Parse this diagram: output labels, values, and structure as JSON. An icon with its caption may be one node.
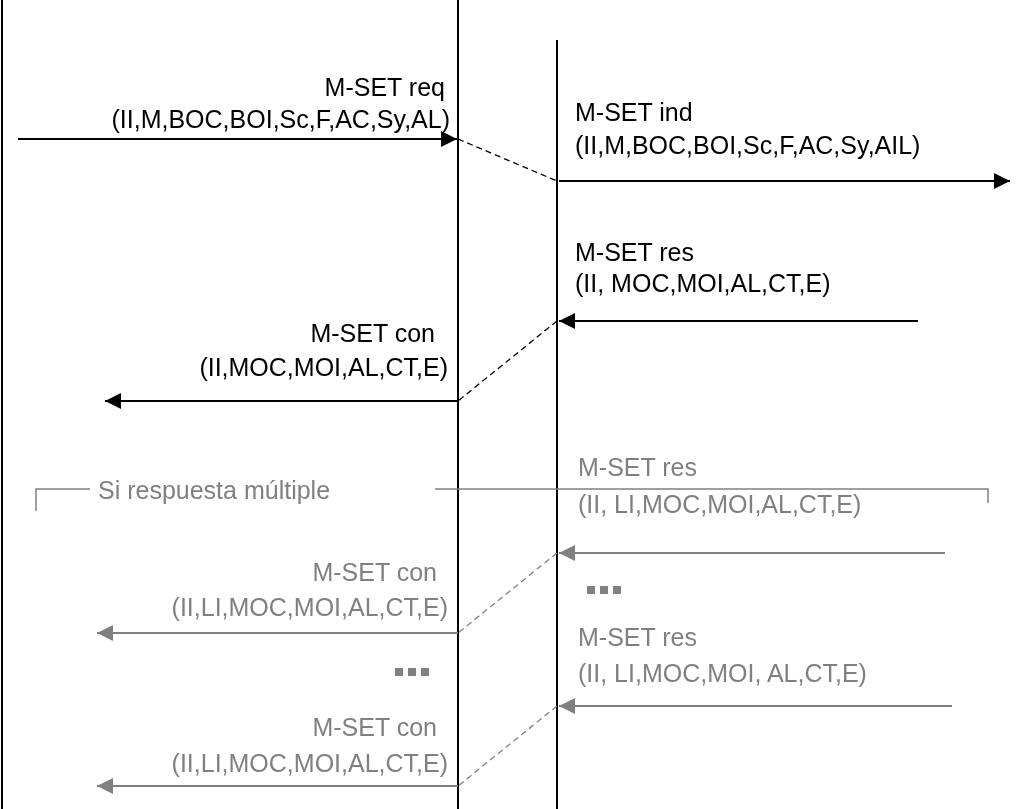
{
  "diagram": {
    "labels": [
      "M-SET req",
      "(II,M,BOC,BOI,Sc,F,AC,Sy,AL)",
      "M-SET ind",
      "(II,M,BOC,BOI,Sc,F,AC,Sy,AIL)",
      "M-SET res",
      "(II, MOC,MOI,AL,CT,E)",
      "M-SET con",
      "(II,MOC,MOI,AL,CT,E)",
      "Si respuesta múltiple",
      "M-SET res",
      "(II, LI,MOC,MOI,AL,CT,E)",
      "M-SET con",
      "(II,LI,MOC,MOI,AL,CT,E)",
      "M-SET res",
      "(II, LI,MOC,MOI, AL,CT,E)",
      "M-SET con",
      "(II,LI,MOC,MOI,AL,CT,E)"
    ]
  }
}
